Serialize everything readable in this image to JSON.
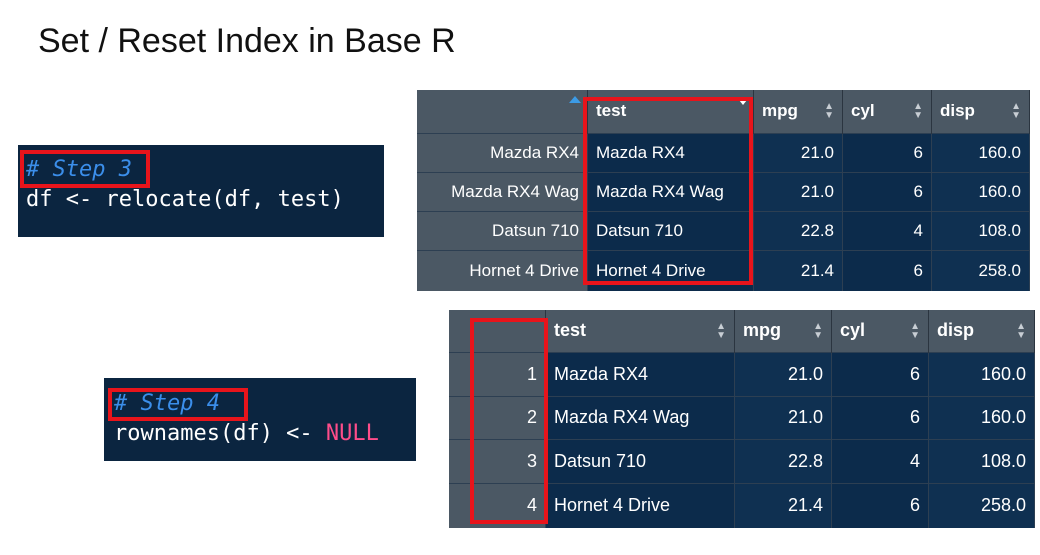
{
  "title": "Set / Reset Index in Base R",
  "step3": {
    "comment": "# Step 3",
    "code": "df <- relocate(df, test)"
  },
  "step4": {
    "comment": "# Step 4",
    "code_prefix": "rownames(df) <- ",
    "code_null": "NULL"
  },
  "table1": {
    "headers": [
      "",
      "test",
      "mpg",
      "cyl",
      "disp"
    ],
    "rows": [
      [
        "Mazda RX4",
        "Mazda RX4",
        "21.0",
        "6",
        "160.0"
      ],
      [
        "Mazda RX4 Wag",
        "Mazda RX4 Wag",
        "21.0",
        "6",
        "160.0"
      ],
      [
        "Datsun 710",
        "Datsun 710",
        "22.8",
        "4",
        "108.0"
      ],
      [
        "Hornet 4 Drive",
        "Hornet 4 Drive",
        "21.4",
        "6",
        "258.0"
      ]
    ]
  },
  "table2": {
    "headers": [
      "",
      "test",
      "mpg",
      "cyl",
      "disp"
    ],
    "rows": [
      [
        "1",
        "Mazda RX4",
        "21.0",
        "6",
        "160.0"
      ],
      [
        "2",
        "Mazda RX4 Wag",
        "21.0",
        "6",
        "160.0"
      ],
      [
        "3",
        "Datsun 710",
        "22.8",
        "4",
        "108.0"
      ],
      [
        "4",
        "Hornet 4 Drive",
        "21.4",
        "6",
        "258.0"
      ]
    ]
  },
  "colors": {
    "highlight": "#e8141b",
    "code_bg": "#0b2540",
    "header_bg": "#4b5864"
  }
}
